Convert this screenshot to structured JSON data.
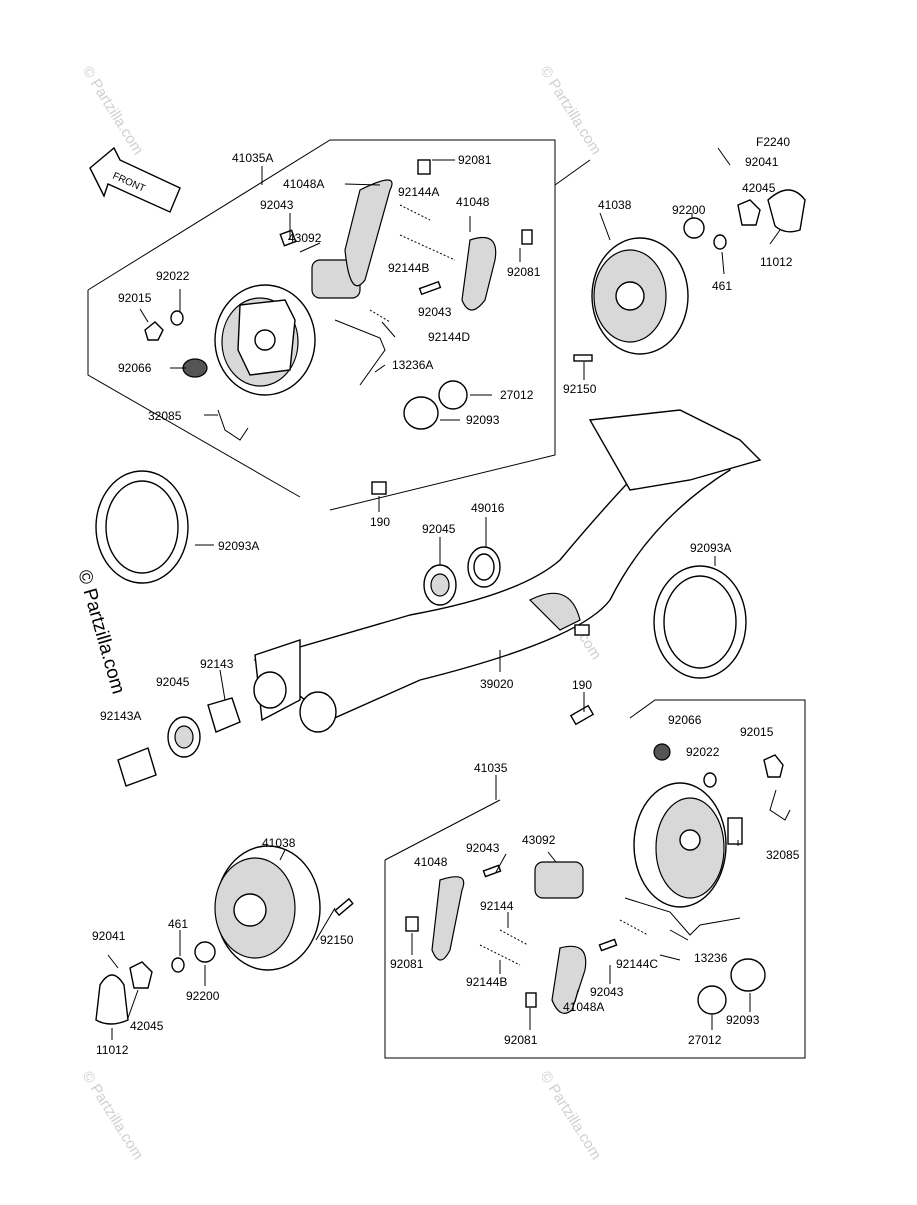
{
  "watermark": {
    "text": "© Partzilla.com"
  },
  "figure_code": "F2240",
  "front_arrow_label": "FRONT",
  "labels": {
    "l41035A": "41035A",
    "l41048A_top": "41048A",
    "l92081_top1": "92081",
    "l92043_top1": "92043",
    "l92144A": "92144A",
    "l41048_top": "41048",
    "l43092_top": "43092",
    "l92144B_top": "92144B",
    "l92081_top2": "92081",
    "l92022_top": "92022",
    "l92015_top": "92015",
    "l92043_top2": "92043",
    "l92144D": "92144D",
    "l92066_top": "92066",
    "l13236A": "13236A",
    "l27012_top": "27012",
    "l32085_top": "32085",
    "l92093_top": "92093",
    "l41038_top": "41038",
    "l92041_top": "92041",
    "l42045_top": "42045",
    "l92200_top": "92200",
    "l11012_top": "11012",
    "l461_top": "461",
    "l92150_top": "92150",
    "l190_top": "190",
    "l49016": "49016",
    "l92045_mid": "92045",
    "l92093A_left": "92093A",
    "l92093A_right": "92093A",
    "l92143": "92143",
    "l92045_left": "92045",
    "l92143A": "92143A",
    "l39020": "39020",
    "l190_mid": "190",
    "l41035": "41035",
    "l92066_bot": "92066",
    "l92015_bot": "92015",
    "l92022_bot": "92022",
    "l32085_bot": "32085",
    "l41038_bot": "41038",
    "l41048_bot": "41048",
    "l92043_bot1": "92043",
    "l43092_bot": "43092",
    "l92144": "92144",
    "l92081_bot1": "92081",
    "l92144B_bot": "92144B",
    "l92144C": "92144C",
    "l13236": "13236",
    "l92043_bot2": "92043",
    "l92081_bot2": "92081",
    "l41048A_bot": "41048A",
    "l27012_bot": "27012",
    "l92093_bot": "92093",
    "l92041_bot": "92041",
    "l461_bot": "461",
    "l92150_bot": "92150",
    "l92200_bot": "92200",
    "l42045_bot": "42045",
    "l11012_bot": "11012"
  }
}
